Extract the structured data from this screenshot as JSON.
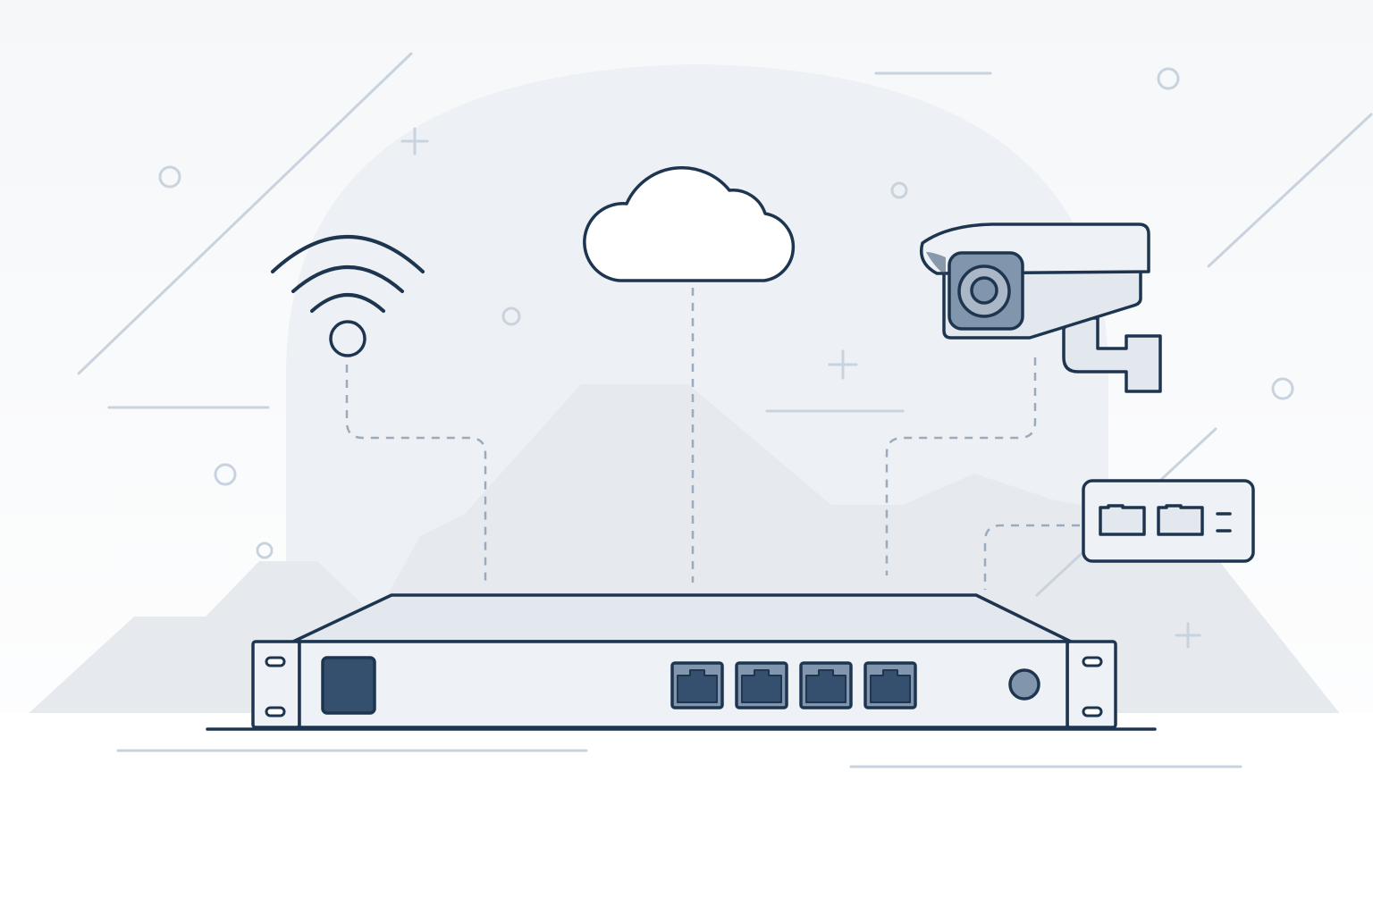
{
  "illustration": {
    "theme": "network-gateway-connectivity",
    "colors": {
      "outline": "#1e3550",
      "device_fill": "#e3e8ef",
      "device_fill_light": "#eef1f5",
      "port_fill": "#34506e",
      "connector": "#9aabbd",
      "decor": "#c9d3de",
      "backdrop": "#edf0f4",
      "backdrop_hill": "#e6eaef",
      "background_top": "#f5f7f9",
      "background_bottom": "#ffffff"
    },
    "icons": [
      "wifi-icon",
      "cloud-icon",
      "security-camera-icon",
      "network-switch-icon",
      "rack-router-icon"
    ],
    "router": {
      "ethernet_port_count": 4
    },
    "switch": {
      "port_count": 2
    }
  }
}
